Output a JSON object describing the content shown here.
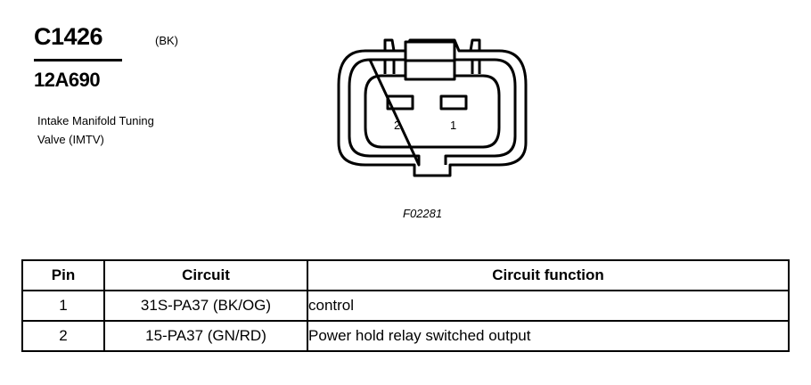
{
  "connector": {
    "id": "C1426",
    "color": "(BK)",
    "part_number": "12A690",
    "description": "Intake Manifold Tuning Valve (IMTV)"
  },
  "diagram": {
    "pin_labels": [
      "2",
      "1"
    ],
    "figure_id": "F02281"
  },
  "table": {
    "headers": [
      "Pin",
      "Circuit",
      "Circuit function"
    ],
    "rows": [
      {
        "pin": "1",
        "circuit": "31S-PA37 (BK/OG)",
        "function": "control"
      },
      {
        "pin": "2",
        "circuit": "15-PA37 (GN/RD)",
        "function": "Power hold relay switched output"
      }
    ]
  }
}
